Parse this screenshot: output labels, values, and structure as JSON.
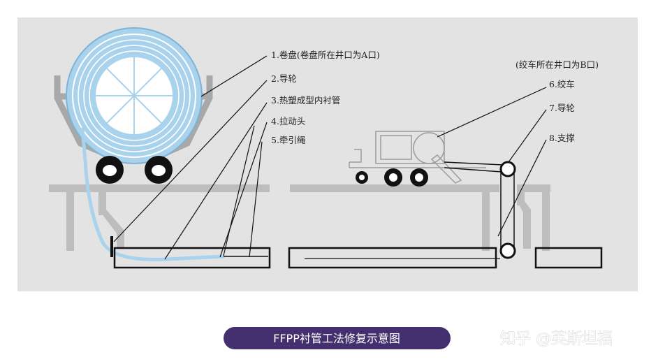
{
  "diagram": {
    "labels": [
      "1.卷盘(卷盘所在井口为A口)",
      "2.导轮",
      "3.热塑成型内衬管",
      "4.拉动头",
      "5.牵引绳",
      "6.绞车",
      "7.导轮",
      "8.支撑"
    ],
    "note_b": "(绞车所在井口为B口)",
    "caption": "FFPP衬管工法修复示意图",
    "watermark": "知乎 @英斯坦福",
    "colors": {
      "background_panel": "#e3e3e3",
      "ground": "#bdbdbd",
      "reel_blue": "#a9d3ec",
      "liner_blue": "#a9d3ec",
      "line": "#1a1a1a",
      "caption_bg": "#44306e",
      "caption_text": "#ffffff"
    }
  }
}
